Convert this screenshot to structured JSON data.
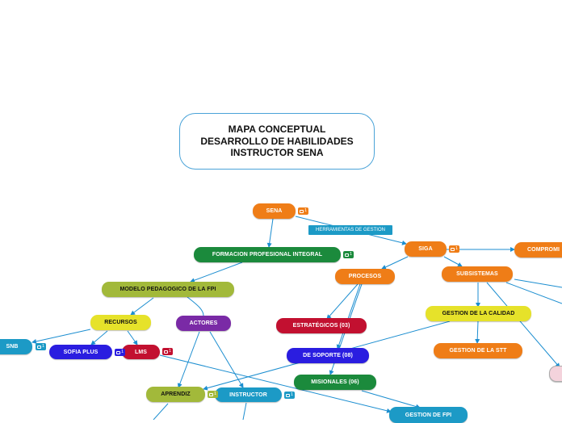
{
  "root": {
    "title": "MAPA CONCEPTUAL DESARROLLO DE HABILIDADES INSTRUCTOR SENA"
  },
  "relationship_label": "HERRAMIENTAS DE GESTION",
  "nodes": {
    "sena": "SENA",
    "formacion": "FORMACION PROFESIONAL INTEGRAL",
    "modelo": "MODELO PEDAGOGICO DE LA FPI",
    "recursos": "RECURSOS",
    "actores": "ACTORES",
    "snb": "SNB",
    "sofia": "SOFIA PLUS",
    "lms": "LMS",
    "aprendiz": "APRENDIZ",
    "instructor": "INSTRUCTOR",
    "siga": "SIGA",
    "compromiso": "COMPROMI",
    "procesos": "PROCESOS",
    "subsistemas": "SUBSISTEMAS",
    "estrategicos": "ESTRATÉGICOS (03)",
    "soporte": "DE SOPORTE (08)",
    "misionales": "MISIONALES (06)",
    "gestion_calidad": "GESTION DE LA CALIDAD",
    "gestion_stt": "GESTION DE LA STT",
    "gestion_fpi": "GESTION DE FPI"
  },
  "badges": {
    "sena": "1",
    "formacion": "1",
    "siga": "1",
    "snb": "1",
    "sofia": "1",
    "lms": "1",
    "aprendiz": "1",
    "instructor": "1"
  },
  "colors": {
    "orange": "#ef7d17",
    "green": "#1b8a3c",
    "olive": "#a2b93a",
    "yellow": "#e6e22a",
    "purple": "#7a2aa6",
    "blue": "#2a1de0",
    "teal": "#1c9ac6",
    "red": "#c21030",
    "connector": "#1c8ed0"
  },
  "icons": {
    "note_badge": "comment-icon"
  }
}
